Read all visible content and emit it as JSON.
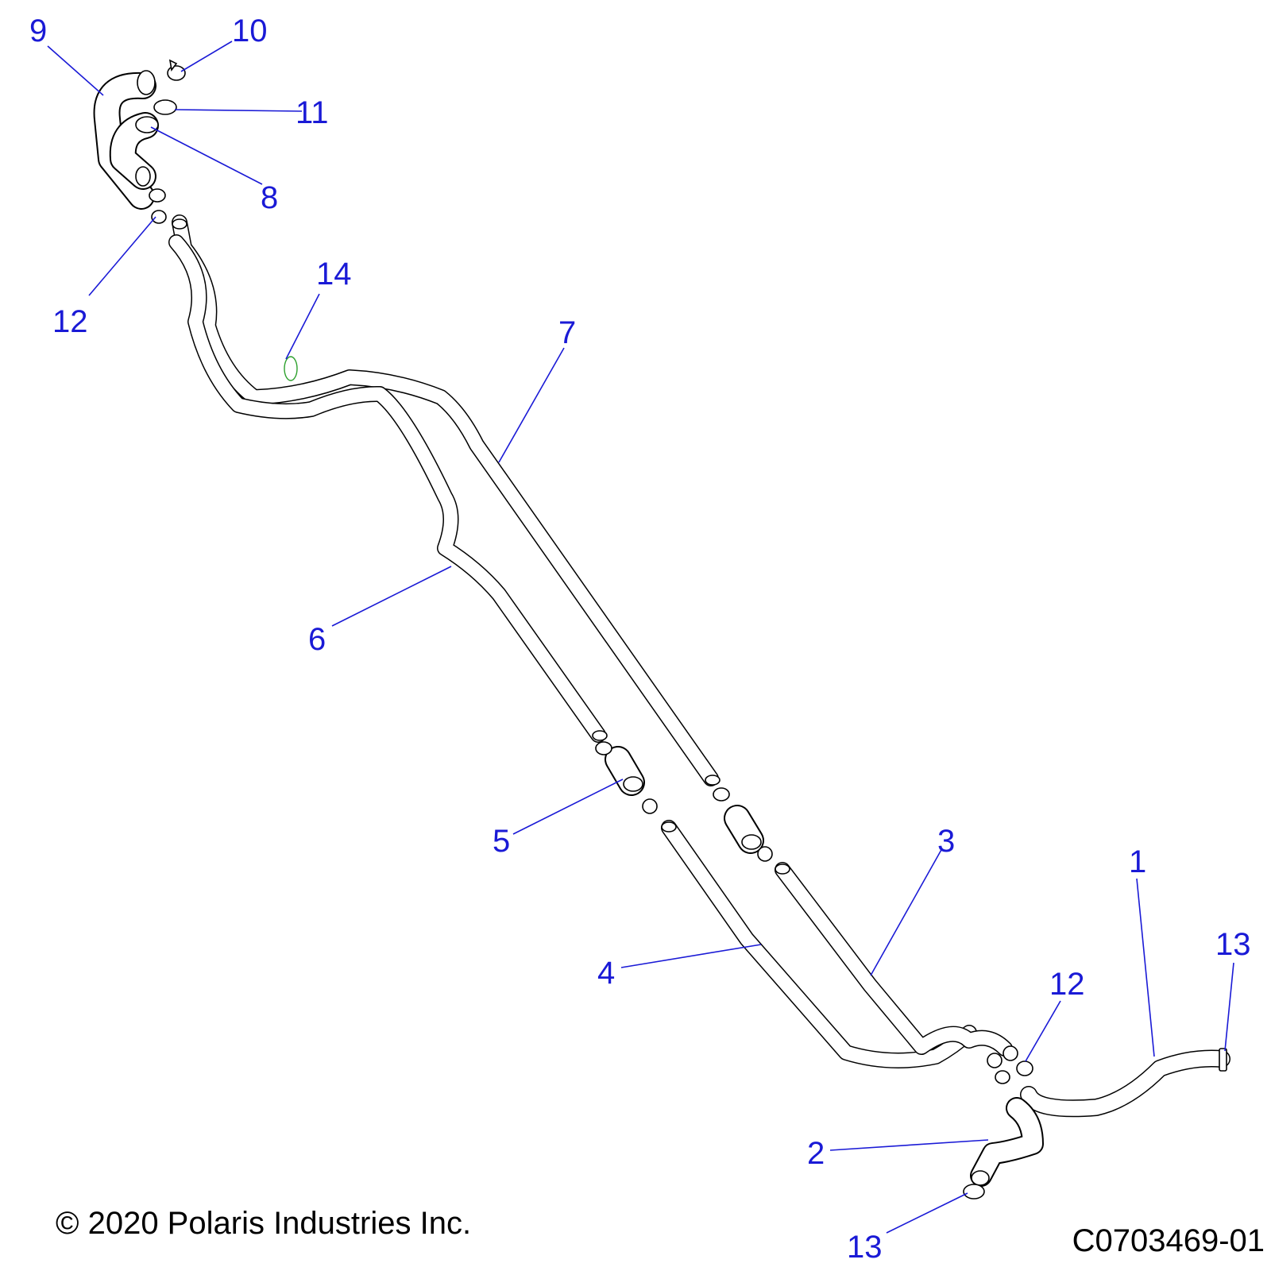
{
  "diagram": {
    "callouts": [
      {
        "id": "9",
        "label": "9"
      },
      {
        "id": "10",
        "label": "10"
      },
      {
        "id": "11",
        "label": "11"
      },
      {
        "id": "8",
        "label": "8"
      },
      {
        "id": "12a",
        "label": "12"
      },
      {
        "id": "14",
        "label": "14"
      },
      {
        "id": "7",
        "label": "7"
      },
      {
        "id": "6",
        "label": "6"
      },
      {
        "id": "5",
        "label": "5"
      },
      {
        "id": "3",
        "label": "3"
      },
      {
        "id": "1",
        "label": "1"
      },
      {
        "id": "13a",
        "label": "13"
      },
      {
        "id": "12b",
        "label": "12"
      },
      {
        "id": "4",
        "label": "4"
      },
      {
        "id": "2",
        "label": "2"
      },
      {
        "id": "13b",
        "label": "13"
      }
    ],
    "colors": {
      "callout": "#1a1ad6",
      "line_art": "#000000",
      "highlight": "#2ca02c"
    }
  },
  "footer": {
    "copyright": "© 2020 Polaris Industries Inc.",
    "drawing_id": "C0703469-01"
  }
}
